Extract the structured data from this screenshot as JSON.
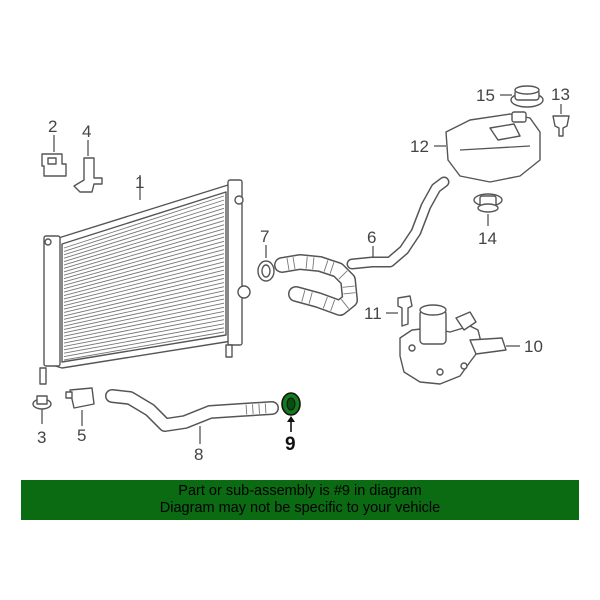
{
  "parts": [
    {
      "number": "1"
    },
    {
      "number": "2"
    },
    {
      "number": "3"
    },
    {
      "number": "4"
    },
    {
      "number": "5"
    },
    {
      "number": "6"
    },
    {
      "number": "7"
    },
    {
      "number": "8"
    },
    {
      "number": "9"
    },
    {
      "number": "10"
    },
    {
      "number": "11"
    },
    {
      "number": "12"
    },
    {
      "number": "13"
    },
    {
      "number": "14"
    },
    {
      "number": "15"
    }
  ],
  "highlighted_part": "9",
  "banner": {
    "line1": "Part or sub-assembly is #9 in diagram",
    "line2": "Diagram may not be specific to your vehicle",
    "color": "#0b6b12"
  },
  "colors": {
    "line_art": "#555555",
    "highlight_fill": "#127a1c"
  }
}
